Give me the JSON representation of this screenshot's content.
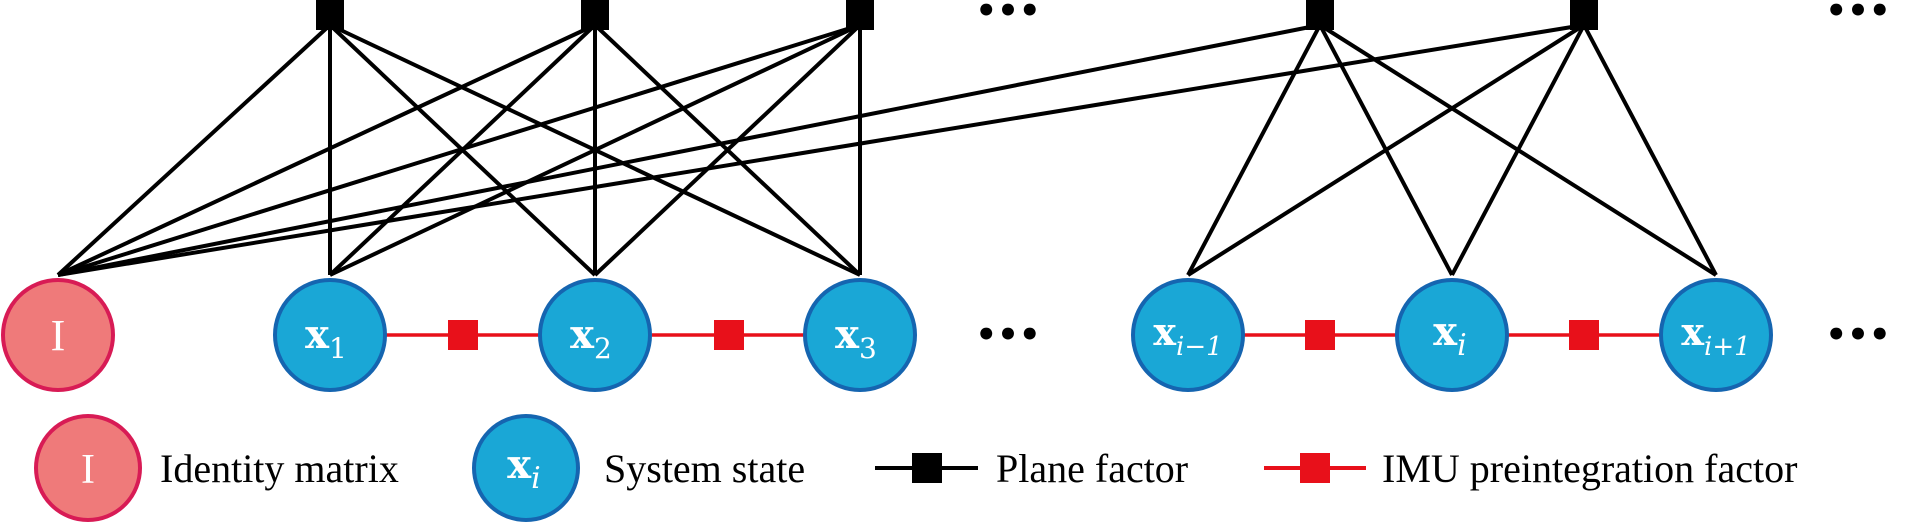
{
  "colors": {
    "state_fill": "#1aa7d6",
    "state_stroke": "#1565b0",
    "identity_fill": "#ef7a7a",
    "identity_stroke": "#d81b55",
    "plane_factor": "#000000",
    "imu_factor": "#e8101a"
  },
  "nodes": {
    "identity": {
      "label": "I"
    },
    "states": [
      {
        "base": "x",
        "sub": "1"
      },
      {
        "base": "x",
        "sub": "2"
      },
      {
        "base": "x",
        "sub": "3"
      },
      {
        "base": "x",
        "sub": "i−1"
      },
      {
        "base": "x",
        "sub": "i"
      },
      {
        "base": "x",
        "sub": "i+1"
      }
    ],
    "ellipsis": "•••"
  },
  "legend": {
    "identity_symbol": "I",
    "identity_label": "Identity matrix",
    "state_symbol_base": "x",
    "state_symbol_sub": "i",
    "state_label": "System state",
    "plane_label": "Plane factor",
    "imu_label": "IMU preintegration factor"
  }
}
